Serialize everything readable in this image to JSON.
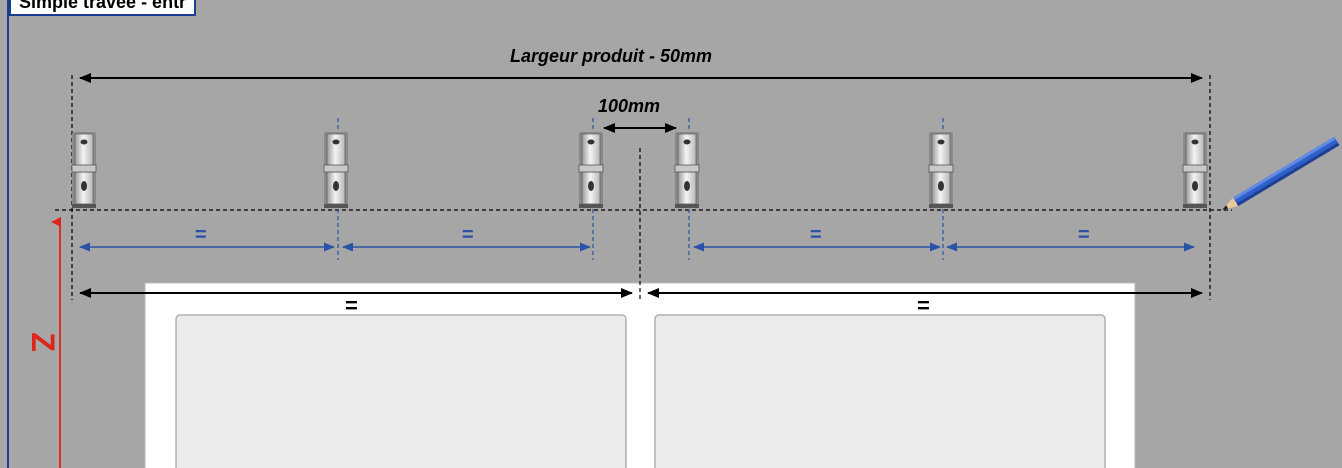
{
  "title": "Simple travée - entr",
  "labels": {
    "overall_width": "Largeur produit - 50mm",
    "gap": "100mm",
    "equal": "=",
    "height_axis": "Z"
  },
  "brackets": {
    "count": 6
  },
  "colors": {
    "background": "#a6a6a6",
    "blue_dim": "#2a53a8",
    "red_axis": "#e0241b",
    "frame": "#ffffff",
    "panel": "#ebebeb"
  },
  "icons": [
    "pencil-icon",
    "bracket-icon"
  ]
}
